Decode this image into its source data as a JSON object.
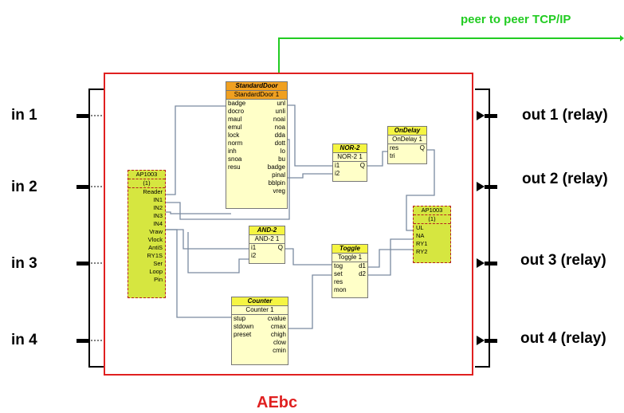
{
  "network": {
    "label": "peer to peer TCP/IP",
    "color": "#22cc22"
  },
  "controller": {
    "name": "AEbc",
    "border_color": "#e02020"
  },
  "inputs": [
    "in 1",
    "in 2",
    "in 3",
    "in 4"
  ],
  "outputs": [
    "out 1 (relay)",
    "out 2 (relay)",
    "out 3 (relay)",
    "out 4 (relay)"
  ],
  "blocks": {
    "standard_door": {
      "type": "StandardDoor",
      "instance": "StandardDoor 1",
      "inputs": [
        "badge",
        "docro",
        "maul",
        "emul",
        "lock",
        "norm",
        "inh",
        "snoa",
        "resu"
      ],
      "outputs": [
        "unl",
        "unli",
        "noai",
        "noa",
        "dda",
        "dott",
        "lo",
        "bu",
        "badge",
        "pinal",
        "bblpin",
        "vreg"
      ]
    },
    "nor2": {
      "type": "NOR-2",
      "instance": "NOR-2 1",
      "inputs": [
        "i1",
        "i2"
      ],
      "outputs": [
        "Q"
      ]
    },
    "ondelay": {
      "type": "OnDelay",
      "instance": "OnDelay 1",
      "inputs": [
        "res",
        "tri"
      ],
      "outputs": [
        "Q"
      ]
    },
    "and2": {
      "type": "AND-2",
      "instance": "AND-2 1",
      "inputs": [
        "i1",
        "i2"
      ],
      "outputs": [
        "Q"
      ]
    },
    "toggle": {
      "type": "Toggle",
      "instance": "Toggle 1",
      "inputs": [
        "tog",
        "set",
        "res",
        "mon"
      ],
      "outputs": [
        "d1",
        "d2"
      ]
    },
    "counter": {
      "type": "Counter",
      "instance": "Counter 1",
      "inputs": [
        "stup",
        "stdown",
        "preset"
      ],
      "outputs": [
        "cvalue",
        "cmax",
        "chigh",
        "clow",
        "cmin"
      ]
    },
    "ap_in": {
      "title": "AP1003",
      "num": "(1)",
      "pins": [
        "Reader",
        "IN1",
        "IN2",
        "IN3",
        "IN4",
        "Vraw",
        "Vlock",
        "AntiS",
        "RY1S",
        "Ser",
        "Loop",
        "Pin"
      ]
    },
    "ap_out": {
      "title": "AP1003",
      "num": "(1)",
      "pins": [
        "UL",
        "NA",
        "RY1",
        "RY2"
      ]
    }
  }
}
